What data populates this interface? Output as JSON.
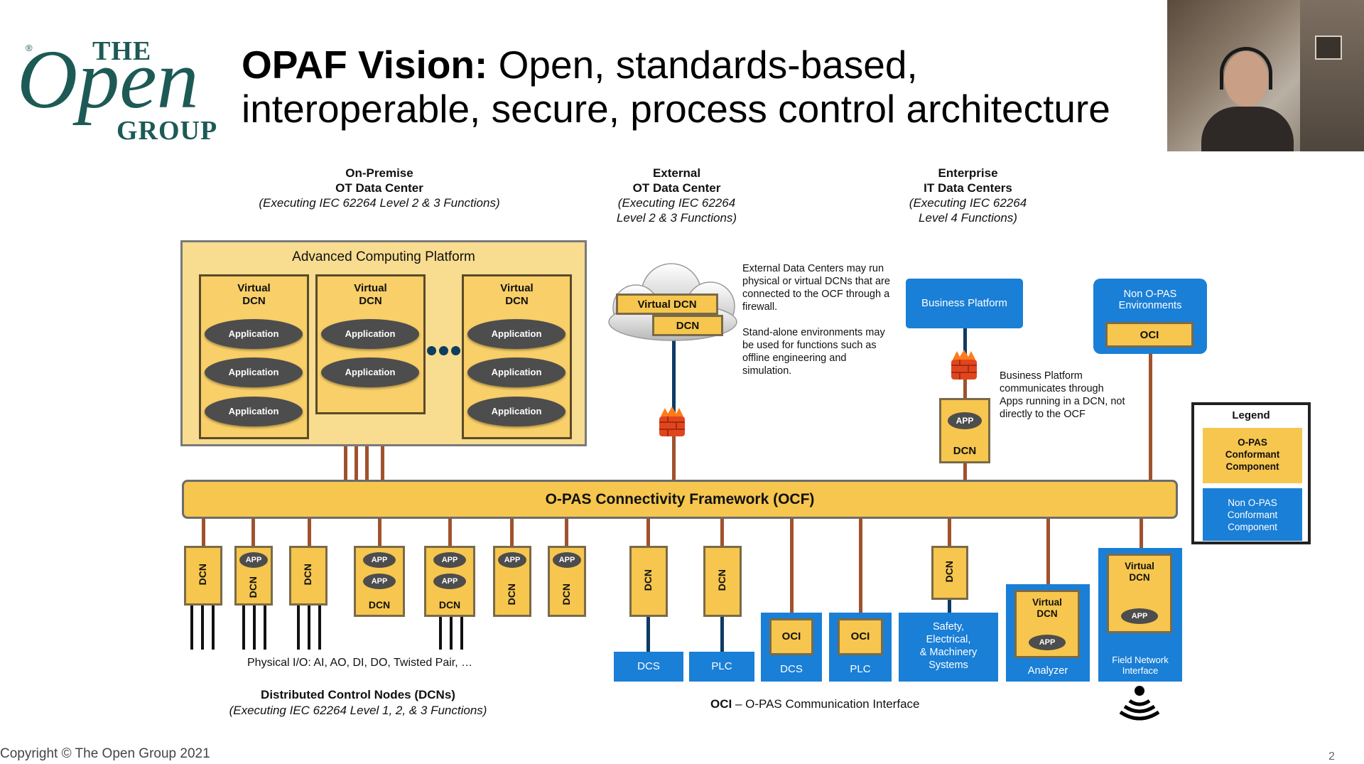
{
  "logo": {
    "the": "THE",
    "open": "Open",
    "group": "GROUP"
  },
  "title": {
    "bold": "OPAF Vision:",
    "rest_line1": " Open, standards-based,",
    "line2": "interoperable, secure, process control architecture"
  },
  "columns": {
    "onprem": {
      "line1": "On-Premise",
      "line2": "OT Data Center",
      "line3": "(Executing IEC 62264 Level 2 & 3 Functions)"
    },
    "external": {
      "line1": "External",
      "line2": "OT Data Center",
      "line3": "(Executing IEC 62264",
      "line4": "Level 2 & 3 Functions)"
    },
    "enterprise": {
      "line1": "Enterprise",
      "line2": "IT Data Centers",
      "line3": "(Executing IEC 62264",
      "line4": "Level 4 Functions)"
    }
  },
  "acp": {
    "title": "Advanced Computing Platform",
    "vdcn1": {
      "l1": "Virtual",
      "l2": "DCN",
      "apps": [
        "Application",
        "Application",
        "Application"
      ]
    },
    "vdcn2": {
      "l1": "Virtual",
      "l2": "DCN",
      "apps": [
        "Application",
        "Application"
      ]
    },
    "vdcn3": {
      "l1": "Virtual",
      "l2": "DCN",
      "apps": [
        "Application",
        "Application",
        "Application"
      ]
    }
  },
  "cloud": {
    "vdcn": "Virtual DCN",
    "dcn": "DCN"
  },
  "notes": {
    "external": [
      "External Data Centers may run",
      "physical or virtual DCNs that are",
      "connected to the OCF through a",
      "firewall."
    ],
    "standalone": [
      "Stand-alone environments may",
      "be used for functions such as",
      "offline engineering and",
      "simulation."
    ],
    "business": [
      "Business Platform",
      "communicates through",
      "Apps running in a DCN, not",
      "directly to the OCF"
    ]
  },
  "enterprise": {
    "business_platform": "Business Platform",
    "non_opas": {
      "l1": "Non O-PAS",
      "l2": "Environments"
    },
    "oci": "OCI",
    "app": "APP",
    "dcn": "DCN"
  },
  "ocf": "O-PAS Connectivity Framework (OCF)",
  "legend": {
    "title": "Legend",
    "conformant": [
      "O-PAS",
      "Conformant",
      "Component"
    ],
    "non_conformant": [
      "Non O-PAS",
      "Conformant",
      "Component"
    ]
  },
  "bottom": {
    "dcn": "DCN",
    "app": "APP",
    "oci": "OCI",
    "dcs": "DCS",
    "plc": "PLC",
    "safety": [
      "Safety,",
      "Electrical,",
      "& Machinery",
      "Systems"
    ],
    "virtual": {
      "l1": "Virtual",
      "l2": "DCN"
    },
    "analyzer": "Analyzer",
    "field": [
      "Field Network",
      "Interface"
    ],
    "physical_io": "Physical I/O: AI, AO, DI, DO, Twisted Pair, …",
    "dcns_title": "Distributed Control Nodes (DCNs)",
    "dcns_sub": "(Executing IEC 62264 Level 1, 2, & 3 Functions)",
    "oci_bold": "OCI",
    "oci_text": " – O-PAS Communication Interface"
  },
  "footer": {
    "copyright": "Copyright © The Open Group 2021",
    "page": "2"
  },
  "colors": {
    "ocf_yellow": "#f6c64e",
    "blue": "#1a7fd6",
    "wire": "#a0522d",
    "logo_teal": "#1d5a55"
  }
}
